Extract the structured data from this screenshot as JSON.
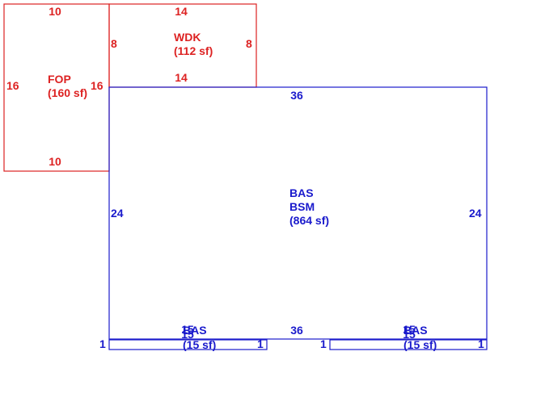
{
  "areas": {
    "fop": {
      "code": "FOP",
      "area": "(160 sf)",
      "dims": {
        "top": "10",
        "bottom": "10",
        "left": "16",
        "right": "16"
      }
    },
    "wdk": {
      "code": "WDK",
      "area": "(112 sf)",
      "dims": {
        "top": "14",
        "bottom": "14",
        "left": "8",
        "right": "8"
      }
    },
    "bas": {
      "code1": "BAS",
      "code2": "BSM",
      "area": "(864 sf)",
      "dims": {
        "top": "36",
        "bottom": "36",
        "left": "24",
        "right": "24"
      }
    },
    "bas_small_left": {
      "code": "BAS",
      "area": "(15 sf)",
      "dims": {
        "top": "15",
        "bottom": "15",
        "left": "1",
        "right": "1"
      }
    },
    "bas_small_right": {
      "code": "BAS",
      "area": "(15 sf)",
      "dims": {
        "top": "15",
        "bottom": "15",
        "left": "1",
        "right": "1"
      }
    }
  },
  "colors": {
    "red": "#dd2222",
    "blue": "#1a1acc"
  }
}
